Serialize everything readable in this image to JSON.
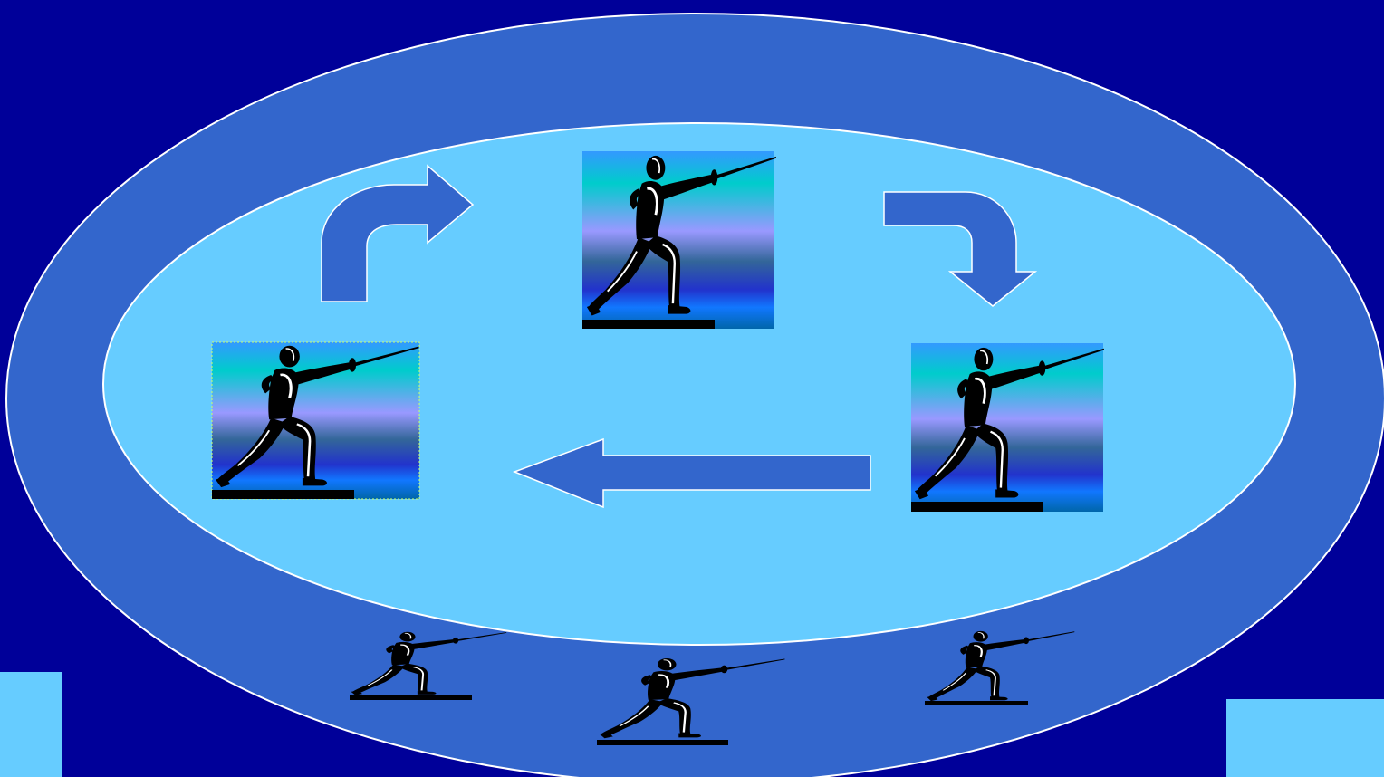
{
  "diagram": {
    "kind": "cycle",
    "colors": {
      "background": "#000099",
      "outer_ellipse": "#3366CC",
      "inner_ellipse": "#66CCFF",
      "arrow": "#3366CC",
      "outline": "#FFFFFF",
      "corner_blocks": "#66CCFF",
      "fencer_body": "#000000",
      "fencer_highlight": "#FFFFFF"
    },
    "cycle_nodes": [
      {
        "name": "fencer-card-top",
        "icon": "fencer-icon"
      },
      {
        "name": "fencer-card-right",
        "icon": "fencer-icon"
      },
      {
        "name": "fencer-card-left",
        "icon": "fencer-icon"
      }
    ],
    "arrows": [
      {
        "name": "arrow-left-to-top",
        "icon": "curved-arrow-up-right-icon"
      },
      {
        "name": "arrow-top-to-right",
        "icon": "curved-arrow-right-down-icon"
      },
      {
        "name": "arrow-right-to-left",
        "icon": "arrow-left-icon"
      }
    ],
    "bottom_fencers": [
      {
        "name": "small-fencer-left",
        "icon": "fencer-icon"
      },
      {
        "name": "small-fencer-center",
        "icon": "fencer-icon"
      },
      {
        "name": "small-fencer-right",
        "icon": "fencer-icon"
      }
    ]
  }
}
